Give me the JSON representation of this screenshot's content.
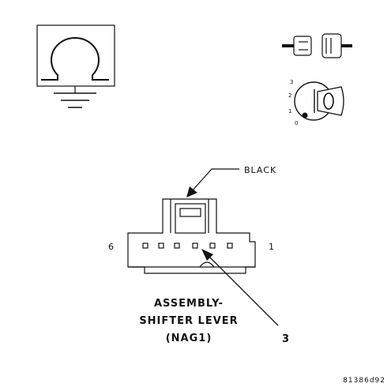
{
  "wire_label": "BLACK",
  "pin_left": "6",
  "pin_right": "1",
  "callout": "3",
  "assembly_name": [
    "ASSEMBLY-",
    "SHIFTER LEVER",
    "(NAG1)"
  ],
  "figure_id": "81386d92",
  "ignition_positions": [
    "3",
    "2",
    "1",
    "0"
  ]
}
